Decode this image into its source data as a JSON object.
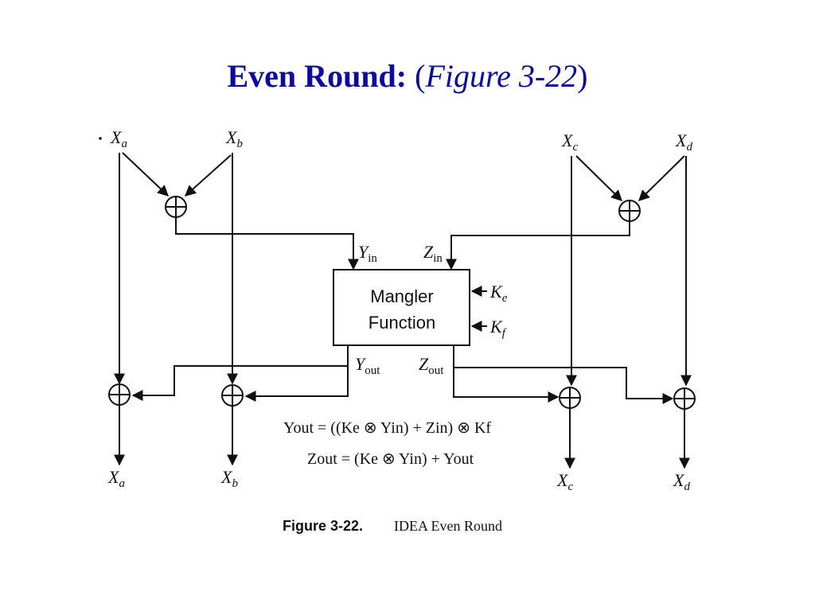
{
  "title": {
    "bold": "Even Round:",
    "open_paren": "(",
    "italic": "Figure 3-22",
    "close_paren": ")"
  },
  "diagram": {
    "inputs": {
      "xa": "X",
      "xa_sub": "a",
      "xb": "X",
      "xb_sub": "b",
      "xc": "X",
      "xc_sub": "c",
      "xd": "X",
      "xd_sub": "d"
    },
    "outputs": {
      "xa": "X",
      "xa_sub": "a",
      "xb": "X",
      "xb_sub": "b",
      "xc": "X",
      "xc_sub": "c",
      "xd": "X",
      "xd_sub": "d"
    },
    "y_in": "Y",
    "y_in_sub": "in",
    "z_in": "Z",
    "z_in_sub": "in",
    "y_out": "Y",
    "y_out_sub": "out",
    "z_out": "Z",
    "z_out_sub": "out",
    "k_e": "K",
    "k_e_sub": "e",
    "k_f": "K",
    "k_f_sub": "f",
    "box_line1": "Mangler",
    "box_line2": "Function",
    "xor_symbol": "⊕"
  },
  "equations": {
    "eq1": "Yout = ((Ke ⊗ Yin) + Zin) ⊗ Kf",
    "eq2": "Zout = (Ke ⊗ Yin) + Yout"
  },
  "caption": {
    "label": "Figure 3-22.",
    "text": "IDEA Even Round"
  }
}
